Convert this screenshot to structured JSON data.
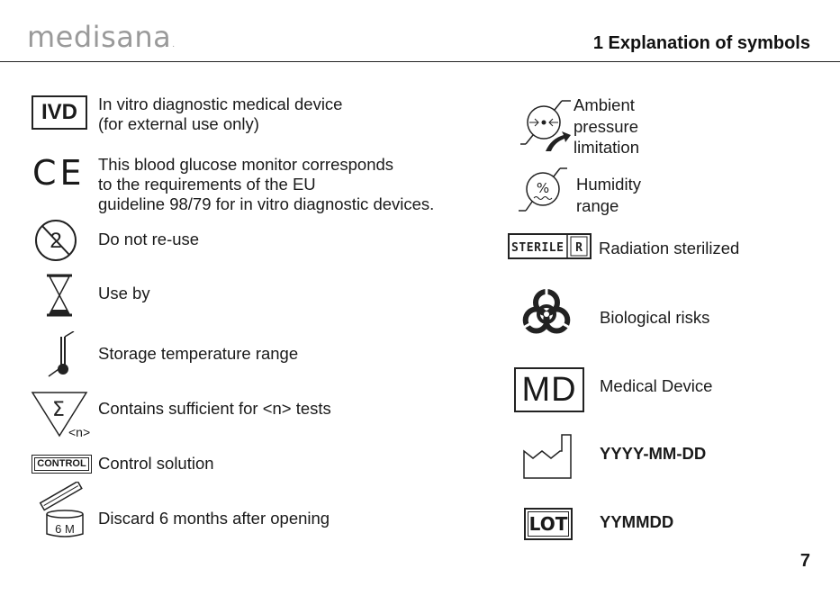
{
  "header": {
    "logo": "medisana",
    "logo_mark": ".",
    "section_title": "1 Explanation of symbols"
  },
  "left_items": [
    {
      "icon": "ivd-icon",
      "icon_label": "IVD",
      "lines": [
        "In vitro diagnostic medical device",
        "(for external use only)"
      ]
    },
    {
      "icon": "ce-mark-icon",
      "icon_label": "CE",
      "lines": [
        "This blood glucose monitor corresponds",
        "to the requirements of the EU",
        "guideline 98/79 for in vitro diagnostic devices."
      ]
    },
    {
      "icon": "do-not-reuse-icon",
      "lines": [
        "Do not re-use"
      ]
    },
    {
      "icon": "hourglass-icon",
      "lines": [
        "Use by"
      ]
    },
    {
      "icon": "thermometer-icon",
      "lines": [
        "Storage temperature range"
      ]
    },
    {
      "icon": "sigma-triangle-icon",
      "icon_label": "<n>",
      "lines": [
        "Contains sufficient for <n> tests"
      ]
    },
    {
      "icon": "control-icon",
      "icon_label": "CONTROL",
      "lines": [
        "Control solution"
      ]
    },
    {
      "icon": "discard-icon",
      "icon_label": "6 M",
      "lines": [
        "Discard 6 months after opening"
      ]
    }
  ],
  "right_items": [
    {
      "icon": "pressure-icon",
      "lines": [
        "Ambient",
        "pressure",
        "limitation"
      ]
    },
    {
      "icon": "humidity-icon",
      "icon_label": "%",
      "lines": [
        "Humidity",
        "range"
      ]
    },
    {
      "icon": "sterile-icon",
      "icon_label": "STERILE R",
      "lines": [
        "Radiation sterilized"
      ]
    },
    {
      "icon": "biohazard-icon",
      "lines": [
        "Biological risks"
      ]
    },
    {
      "icon": "md-icon",
      "icon_label": "MD",
      "lines": [
        "Medical Device"
      ]
    },
    {
      "icon": "manufacture-date-icon",
      "lines": [
        "YYYY-MM-DD"
      ]
    },
    {
      "icon": "lot-icon",
      "icon_label": "LOT",
      "lines": [
        "YYMMDD"
      ]
    }
  ],
  "footer": {
    "page_number": "7"
  }
}
